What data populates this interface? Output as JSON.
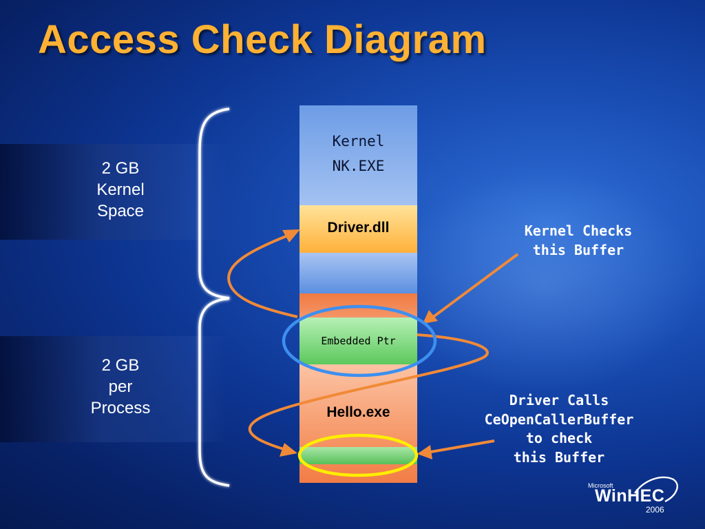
{
  "title": "Access Check Diagram",
  "left_labels": {
    "kernel_space": "2 GB\nKernel\nSpace",
    "process_space": "2 GB\nper\nProcess"
  },
  "memory_column": {
    "kernel_name": "Kernel",
    "kernel_exe": "NK.EXE",
    "driver": "Driver.dll",
    "embedded_ptr": "Embedded Ptr",
    "process": "Hello.exe"
  },
  "callouts": {
    "kernel_checks": "Kernel Checks\n this Buffer",
    "driver_calls": "Driver Calls\nCeOpenCallerBuffer\nto check \nthis Buffer"
  },
  "logo": {
    "company": "Microsoft",
    "name": "WinHEC",
    "year": "2006"
  },
  "colors": {
    "title": "#ffb133",
    "arrow": "#f08a38",
    "ptr_ring": "#3d8ff0",
    "buffer_ring": "#ffee00",
    "kernel_block": "#8fb3ee",
    "driver_block": "#ffc85a",
    "process_block": "#f7a276",
    "pointer_block": "#7ed87e"
  }
}
